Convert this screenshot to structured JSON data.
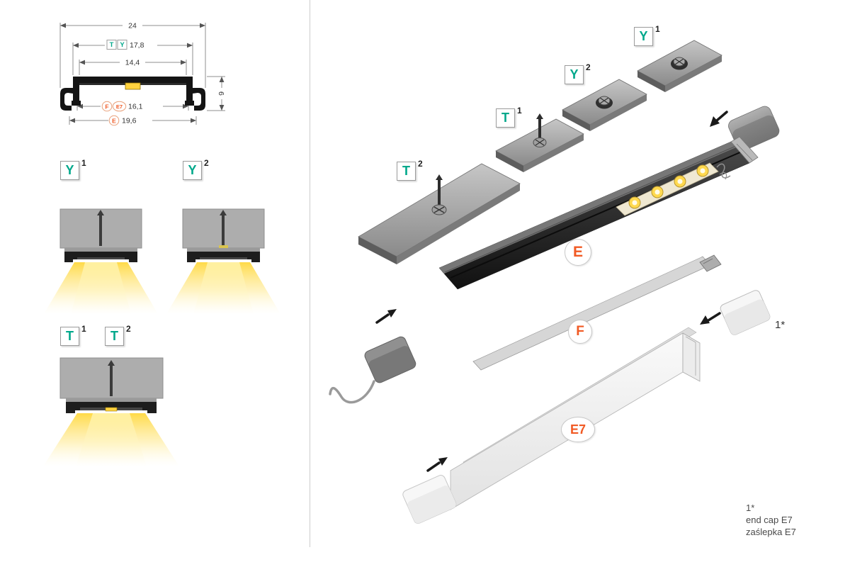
{
  "colors": {
    "accent_green": "#00A88B",
    "accent_orange": "#F15A24"
  },
  "cross_section": {
    "dim_overall_width": "24",
    "dim_mount_ty": {
      "label_t": "T",
      "label_y": "Y",
      "value": "17,8"
    },
    "dim_inner_width": "14,4",
    "dim_f_e7": {
      "label_f": "F",
      "label_e7": "E7",
      "value": "16,1"
    },
    "dim_e": {
      "label": "E",
      "value": "19,6"
    },
    "dim_height": "9"
  },
  "variant_labels": {
    "y1": {
      "letter": "Y",
      "sup": "1"
    },
    "y2": {
      "letter": "Y",
      "sup": "2"
    },
    "t1": {
      "letter": "T",
      "sup": "1"
    },
    "t2": {
      "letter": "T",
      "sup": "2"
    }
  },
  "exploded": {
    "part_profile": "E",
    "part_diffuser": "F",
    "part_cover": "E7",
    "endcap_ref": "1*",
    "footnote": {
      "ref": "1*",
      "line1": "end cap E7",
      "line2": "zaślepka E7"
    }
  }
}
